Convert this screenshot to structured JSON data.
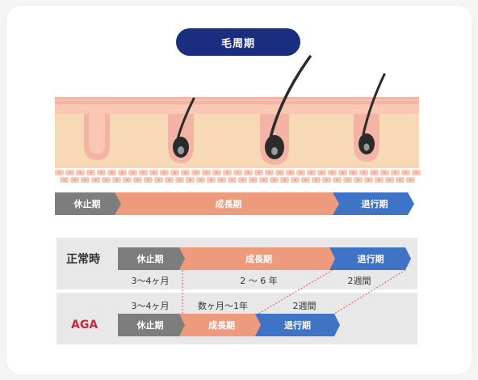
{
  "title": "毛周期",
  "colors": {
    "navy": "#1a2d7e",
    "rest_gray": "#7d7d7d",
    "growth_salmon": "#ee9a7c",
    "regress_blue": "#3f73c6",
    "aga_red": "#c8283d",
    "skin_top": "#f4b4a5",
    "skin_body": "#f8d9b5",
    "hair": "#2b2b2b",
    "dotted": "#e15555"
  },
  "icons": [
    "hair-strand-icon",
    "hair-follicle-icon",
    "arrow-chevron-icon"
  ],
  "top_bar": {
    "rest": "休止期",
    "growth": "成長期",
    "regress": "退行期"
  },
  "normal": {
    "label": "正常時",
    "phases": {
      "rest": "休止期",
      "growth": "成長期",
      "regress": "退行期"
    },
    "durations": {
      "rest": "3〜4ヶ月",
      "growth": "2 〜 6 年",
      "regress": "2週間"
    }
  },
  "aga": {
    "label": "AGA",
    "phases": {
      "rest": "休止期",
      "growth": "成長期",
      "regress": "退行期"
    },
    "durations": {
      "rest": "3〜4ヶ月",
      "growth": "数ヶ月〜1年",
      "regress": "2週間"
    }
  }
}
